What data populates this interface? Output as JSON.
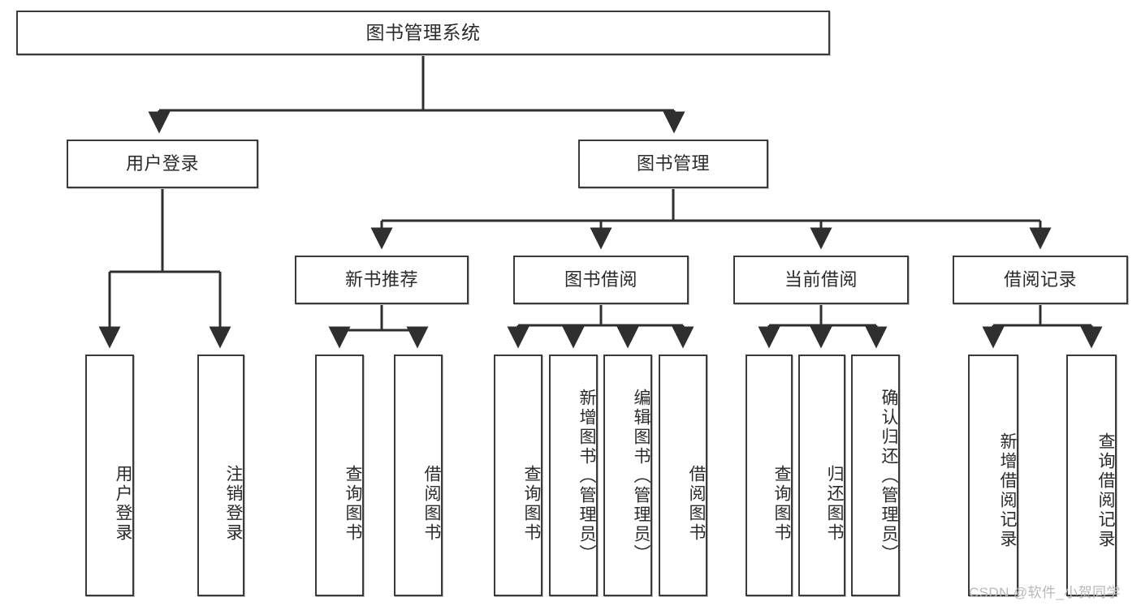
{
  "diagram": {
    "type": "tree-hierarchy-flowchart",
    "title": "图书管理系统",
    "orientation": "top-down",
    "colors": {
      "box_border": "#3a3a3a",
      "box_fill": "#ffffff",
      "edge": "#2f2f2f",
      "text": "#2b2b2b",
      "watermark": "#b8b8b8",
      "background": "#ffffff"
    },
    "nodes": {
      "root": {
        "label": "图书管理系统",
        "level": 0
      },
      "level1": [
        {
          "id": "user-login",
          "label": "用户登录"
        },
        {
          "id": "book-management",
          "label": "图书管理"
        }
      ],
      "level2": [
        {
          "id": "new-book-recommend",
          "label": "新书推荐",
          "parent": "book-management"
        },
        {
          "id": "book-borrow",
          "label": "图书借阅",
          "parent": "book-management"
        },
        {
          "id": "current-borrow",
          "label": "当前借阅",
          "parent": "book-management"
        },
        {
          "id": "borrow-record",
          "label": "借阅记录",
          "parent": "book-management"
        }
      ],
      "leaves": {
        "user-login": [
          {
            "id": "leaf-user-login",
            "label": "用户登录"
          },
          {
            "id": "leaf-user-logout",
            "label": "注销登录"
          }
        ],
        "new-book-recommend": [
          {
            "id": "leaf-query-book-1",
            "label": "查询图书"
          },
          {
            "id": "leaf-borrow-book-1",
            "label": "借阅图书"
          }
        ],
        "book-borrow": [
          {
            "id": "leaf-query-book-2",
            "label": "查询图书"
          },
          {
            "id": "leaf-add-book",
            "label": "新增图书（管理员）"
          },
          {
            "id": "leaf-edit-book",
            "label": "编辑图书（管理员）"
          },
          {
            "id": "leaf-borrow-book-2",
            "label": "借阅图书"
          }
        ],
        "current-borrow": [
          {
            "id": "leaf-query-book-3",
            "label": "查询图书"
          },
          {
            "id": "leaf-return-book",
            "label": "归还图书"
          },
          {
            "id": "leaf-confirm-return",
            "label": "确认归还（管理员）"
          }
        ],
        "borrow-record": [
          {
            "id": "leaf-add-record",
            "label": "新增借阅记录"
          },
          {
            "id": "leaf-query-record",
            "label": "查询借阅记录"
          }
        ]
      }
    },
    "watermark": "CSDN @软件_小贺同学"
  }
}
